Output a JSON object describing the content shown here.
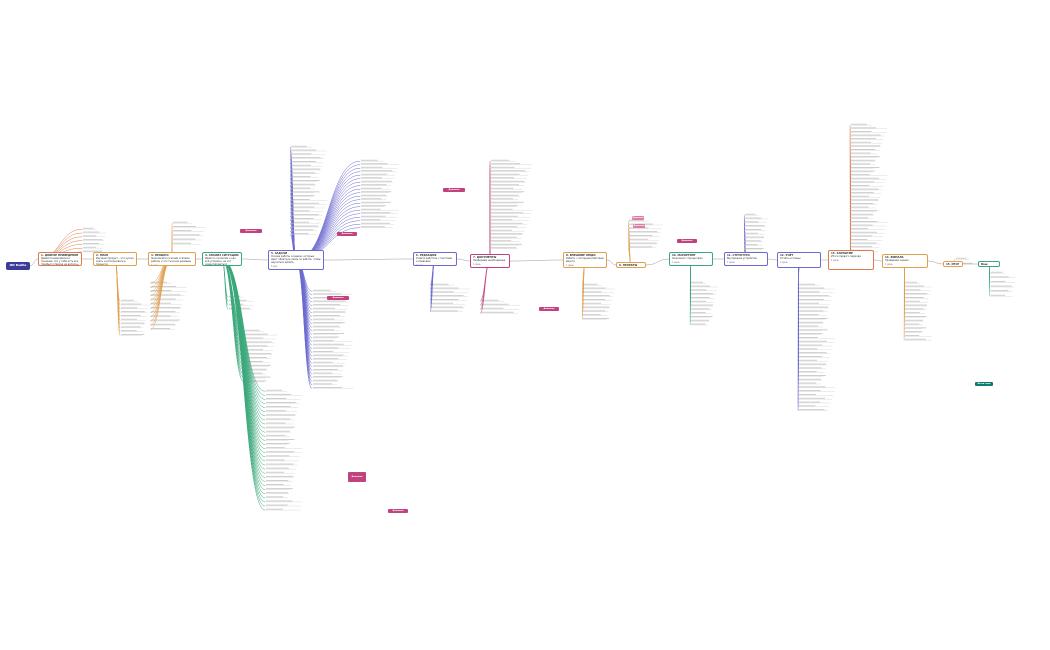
{
  "root": {
    "label": "ИИ Бейби"
  },
  "stages": [
    {
      "title": "1. ДОБРОЕ ПРИВЕДЕНИЕ",
      "desc": "Давай познакомимся и покажем, что у тебя есть все (прибыл) отвечая на вопросы",
      "meta": "1 день",
      "color": "#e07a4a"
    },
    {
      "title": "2. ПЛАН",
      "desc": "Изучаем продукт – что нужно знать и использовать в процессе",
      "meta": "1 день",
      "color": "#e0a050"
    },
    {
      "title": "3. ПРОЦЕСС",
      "desc": "Знакомимся со всеми этапами работы и что ты в них делаешь",
      "meta": "1 день",
      "color": "#e0a050"
    },
    {
      "title": "4. АНАЛИЗ СИТУАЦИИ",
      "desc": "Идём по коллегам и как всё устроено, на что ориентироваться",
      "meta": "2 дня",
      "color": "#3aa87a"
    },
    {
      "title": "5. ЗАДАЧИ",
      "desc": "Основа работы и задачи, которые дают обратную связь по работе, чтобы научиться делать",
      "meta": "3 дня",
      "color": "#6a6ad0"
    },
    {
      "title": "6. РЕДАКЦИЯ",
      "desc": "Учимся работать с текстами и правками",
      "meta": "1 день",
      "color": "#6a6ad0"
    },
    {
      "title": "7. ДОКУМЕНТЫ",
      "desc": "Подбираем необходимые",
      "meta": "1 день",
      "color": "#c2417f"
    },
    {
      "title": "8. ВНЕШНИЕ ЛЮДИ",
      "desc": "Ребята, с которыми работаем вместе",
      "meta": "1 день",
      "color": "#e0a050"
    },
    {
      "title": "9. ПРОЕКТЫ",
      "desc": "",
      "meta": "",
      "color": "#e0a050"
    },
    {
      "title": "10. МАРКЕТИНГ",
      "desc": "Знакомим с процессами",
      "meta": "1 день",
      "color": "#3aa87a"
    },
    {
      "title": "11. СТРУКТУРА",
      "desc": "Внутреннее устройство",
      "meta": "1 день",
      "color": "#6a6ad0"
    },
    {
      "title": "12. УЧЁТ",
      "desc": "Отчёты и планы",
      "meta": "1 день",
      "color": "#6a6ad0"
    },
    {
      "title": "13. ЗАКРЫТИЕ",
      "desc": "Итоги первого периода",
      "meta": "1 день",
      "color": "#e07a4a"
    },
    {
      "title": "14. ФИНАЛЬ",
      "desc": "Проверяем знания",
      "meta": "1 день",
      "color": "#e0a050"
    },
    {
      "title": "15. ИТОГ",
      "desc": "",
      "meta": "",
      "color": "#e0a050"
    },
    {
      "title": "Ваш результат",
      "desc": "",
      "meta": "",
      "color": "#3aa87a"
    }
  ],
  "badges": [
    "Домашка",
    "Домашка",
    "Домашка",
    "Домашка",
    "Домашка",
    "Домашка",
    "Домашка",
    "Домашка",
    "Домашка",
    "Домашка",
    "Итоги года"
  ]
}
